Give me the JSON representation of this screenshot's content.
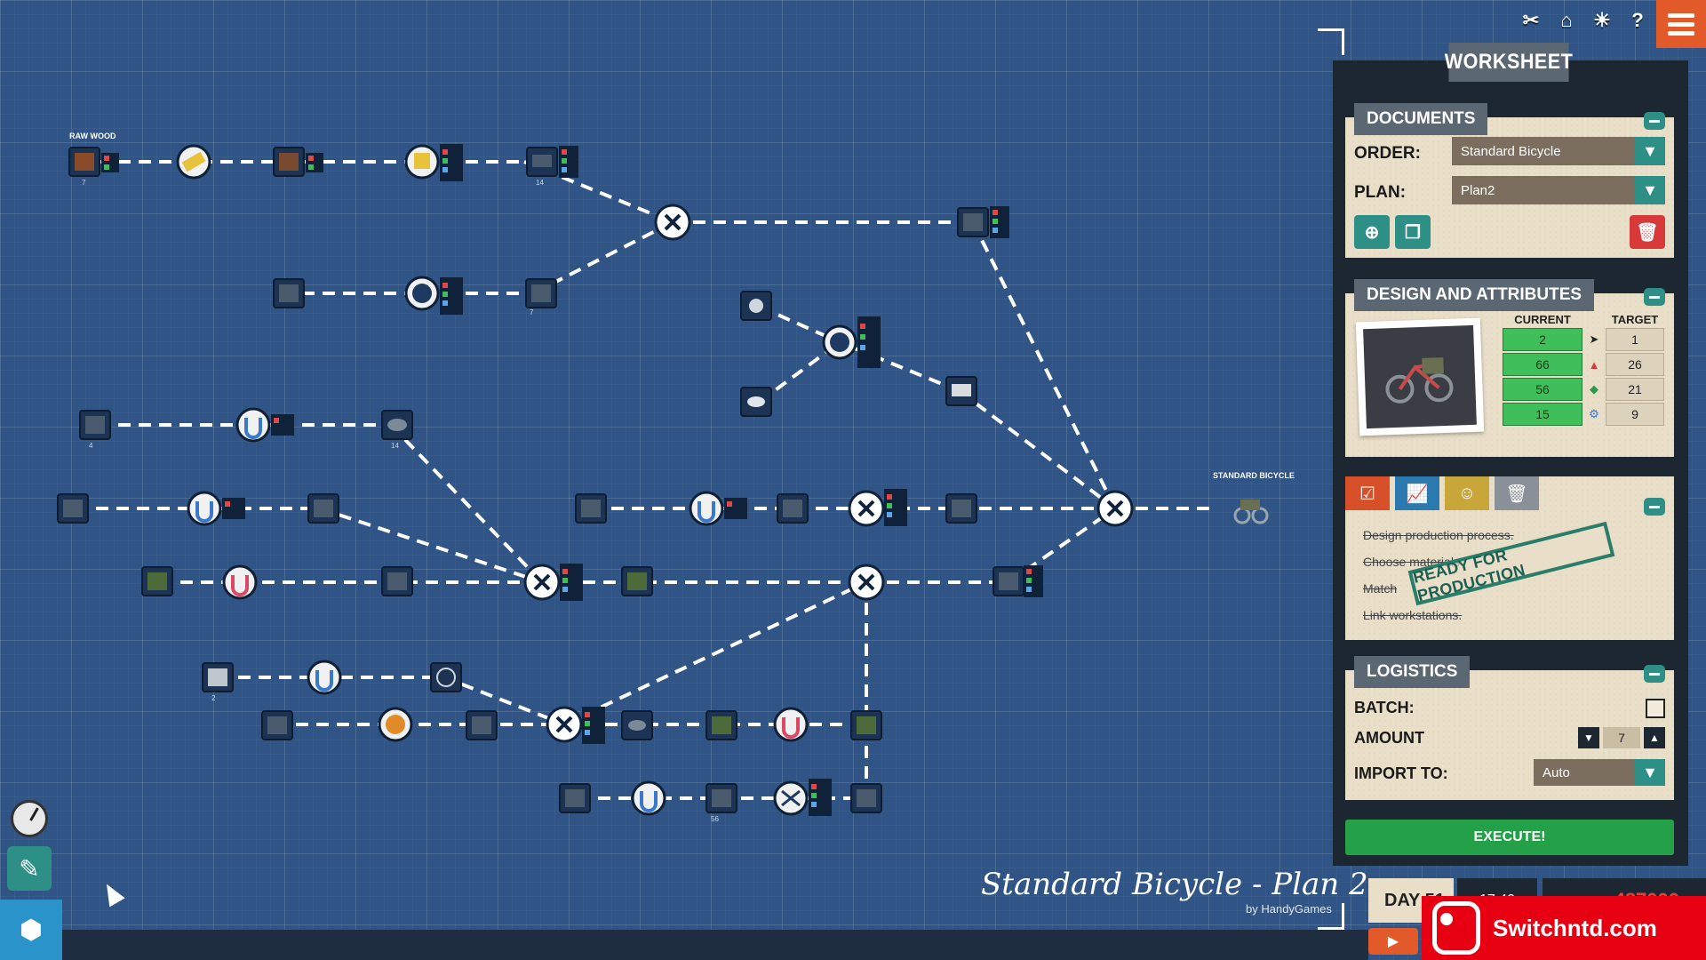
{
  "toolbar": {
    "icons": [
      "tools-icon",
      "house-icon",
      "bulb-icon",
      "help-icon"
    ],
    "help_glyph": "?"
  },
  "graph": {
    "raw_wood_label": "RAW WOOD",
    "output_label": "STANDARD BICYCLE",
    "counts": {
      "a": "7",
      "b": "14",
      "c": "56",
      "d": "4",
      "e": "2"
    }
  },
  "worksheet": {
    "title": "WORKSHEET",
    "documents": {
      "header": "DOCUMENTS",
      "order_label": "ORDER:",
      "order_value": "Standard Bicycle",
      "plan_label": "PLAN:",
      "plan_value": "Plan2"
    },
    "design": {
      "header": "DESIGN AND ATTRIBUTES",
      "current_label": "CURRENT",
      "target_label": "TARGET",
      "rows": [
        {
          "current": "2",
          "target": "1"
        },
        {
          "current": "66",
          "target": "26"
        },
        {
          "current": "56",
          "target": "21"
        },
        {
          "current": "15",
          "target": "9"
        }
      ]
    },
    "tasks": {
      "items": [
        "Design production process.",
        "Choose materials",
        "Match",
        "Link workstations."
      ],
      "stamp": "READY FOR PRODUCTION"
    },
    "logistics": {
      "header": "LOGISTICS",
      "batch_label": "BATCH:",
      "amount_label": "AMOUNT",
      "amount_value": "7",
      "import_label": "IMPORT TO:",
      "import_value": "Auto"
    },
    "execute_label": "EXECUTE!"
  },
  "footer": {
    "plan_title": "Standard Bicycle - Plan 2",
    "by_line": "by HandyGames",
    "day_label": "DAY 51",
    "time_value": "17:40",
    "money_value": "487000"
  },
  "watermark": {
    "text": "Switchntd.com"
  },
  "colors": {
    "background": "#2f5485",
    "panel": "#1d2731",
    "paper": "#e9dfc9",
    "teal": "#2e8f87",
    "green": "#3fbf5a",
    "orange": "#e35a2a",
    "execute": "#23a048"
  }
}
